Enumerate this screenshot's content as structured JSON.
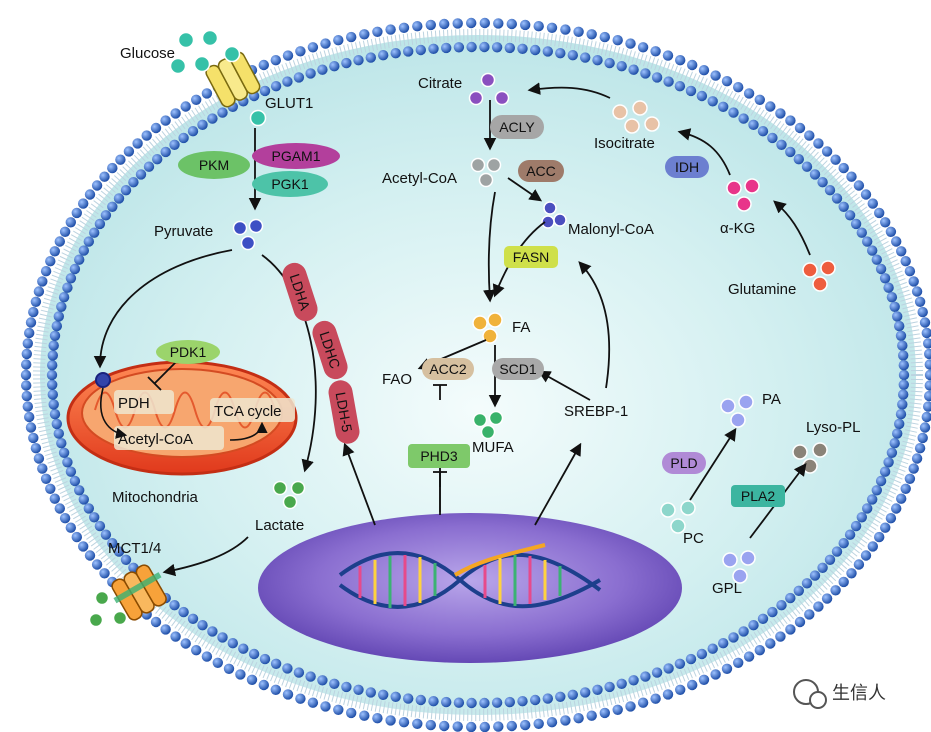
{
  "metabolites": {
    "glucose": "Glucose",
    "pyruvate": "Pyruvate",
    "lactate": "Lactate",
    "citrate": "Citrate",
    "acetyl_coa": "Acetyl-CoA",
    "malonyl_coa": "Malonyl-CoA",
    "fa": "FA",
    "fao": "FAO",
    "mufa": "MUFA",
    "isocitrate": "Isocitrate",
    "akg": "α-KG",
    "glutamine": "Glutamine",
    "pa": "PA",
    "lyso_pl": "Lyso-PL",
    "pc": "PC",
    "gpl": "GPL",
    "srebp1": "SREBP-1"
  },
  "transporters": {
    "glut1": "GLUT1",
    "mct": "MCT1/4"
  },
  "mitochondria": {
    "label": "Mitochondria",
    "pdh": "PDH",
    "acetyl_coa": "Acetyl-CoA",
    "tca": "TCA cycle"
  },
  "enzymes": {
    "pkm": "PKM",
    "pgam1": "PGAM1",
    "pgk1": "PGK1",
    "pdk1": "PDK1",
    "ldha": "LDHA",
    "ldhc": "LDHC",
    "ldh5": "LDH-5",
    "acly": "ACLY",
    "acc": "ACC",
    "fasn": "FASN",
    "acc2": "ACC2",
    "scd1": "SCD1",
    "phd3": "PHD3",
    "idh": "IDH",
    "pld": "PLD",
    "pla2": "PLA2"
  },
  "watermark": "生信人",
  "colors": {
    "cytoplasm": "#cfeef0",
    "membrane_bead": "#2f5fb5",
    "nucleus": "#7b5cc4",
    "mito_outer": "#e8502a",
    "ldh_pill": "#c84a5c",
    "pkm_pill": "#6cc267",
    "pgam1_pill": "#b33f9c",
    "pgk1_pill": "#4dc3a8"
  }
}
